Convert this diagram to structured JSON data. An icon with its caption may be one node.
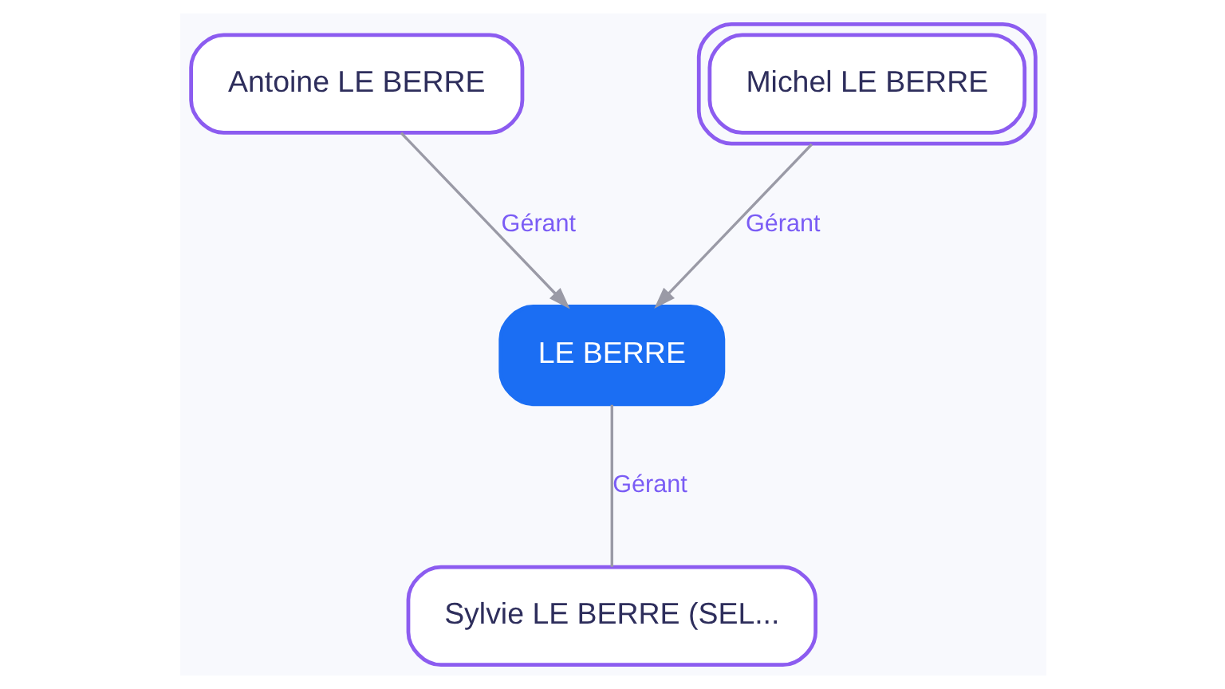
{
  "diagram": {
    "nodes": [
      {
        "text": [
          "Antoine LE BERRE"
        ]
      },
      {
        "text": [
          "Michel LE BERRE"
        ]
      },
      {
        "text": [
          "LE BERRE"
        ]
      },
      {
        "text": [
          "Sylvie LE BERRE (SEL..."
        ]
      }
    ],
    "edges": [
      {
        "from": 0,
        "to": 2,
        "arrow": "to",
        "label": "Gérant"
      },
      {
        "from": 1,
        "to": 2,
        "arrow": "to",
        "label": "Gérant"
      },
      {
        "from": 3,
        "to": 2,
        "arrow": "none",
        "label": "Gérant"
      }
    ]
  }
}
